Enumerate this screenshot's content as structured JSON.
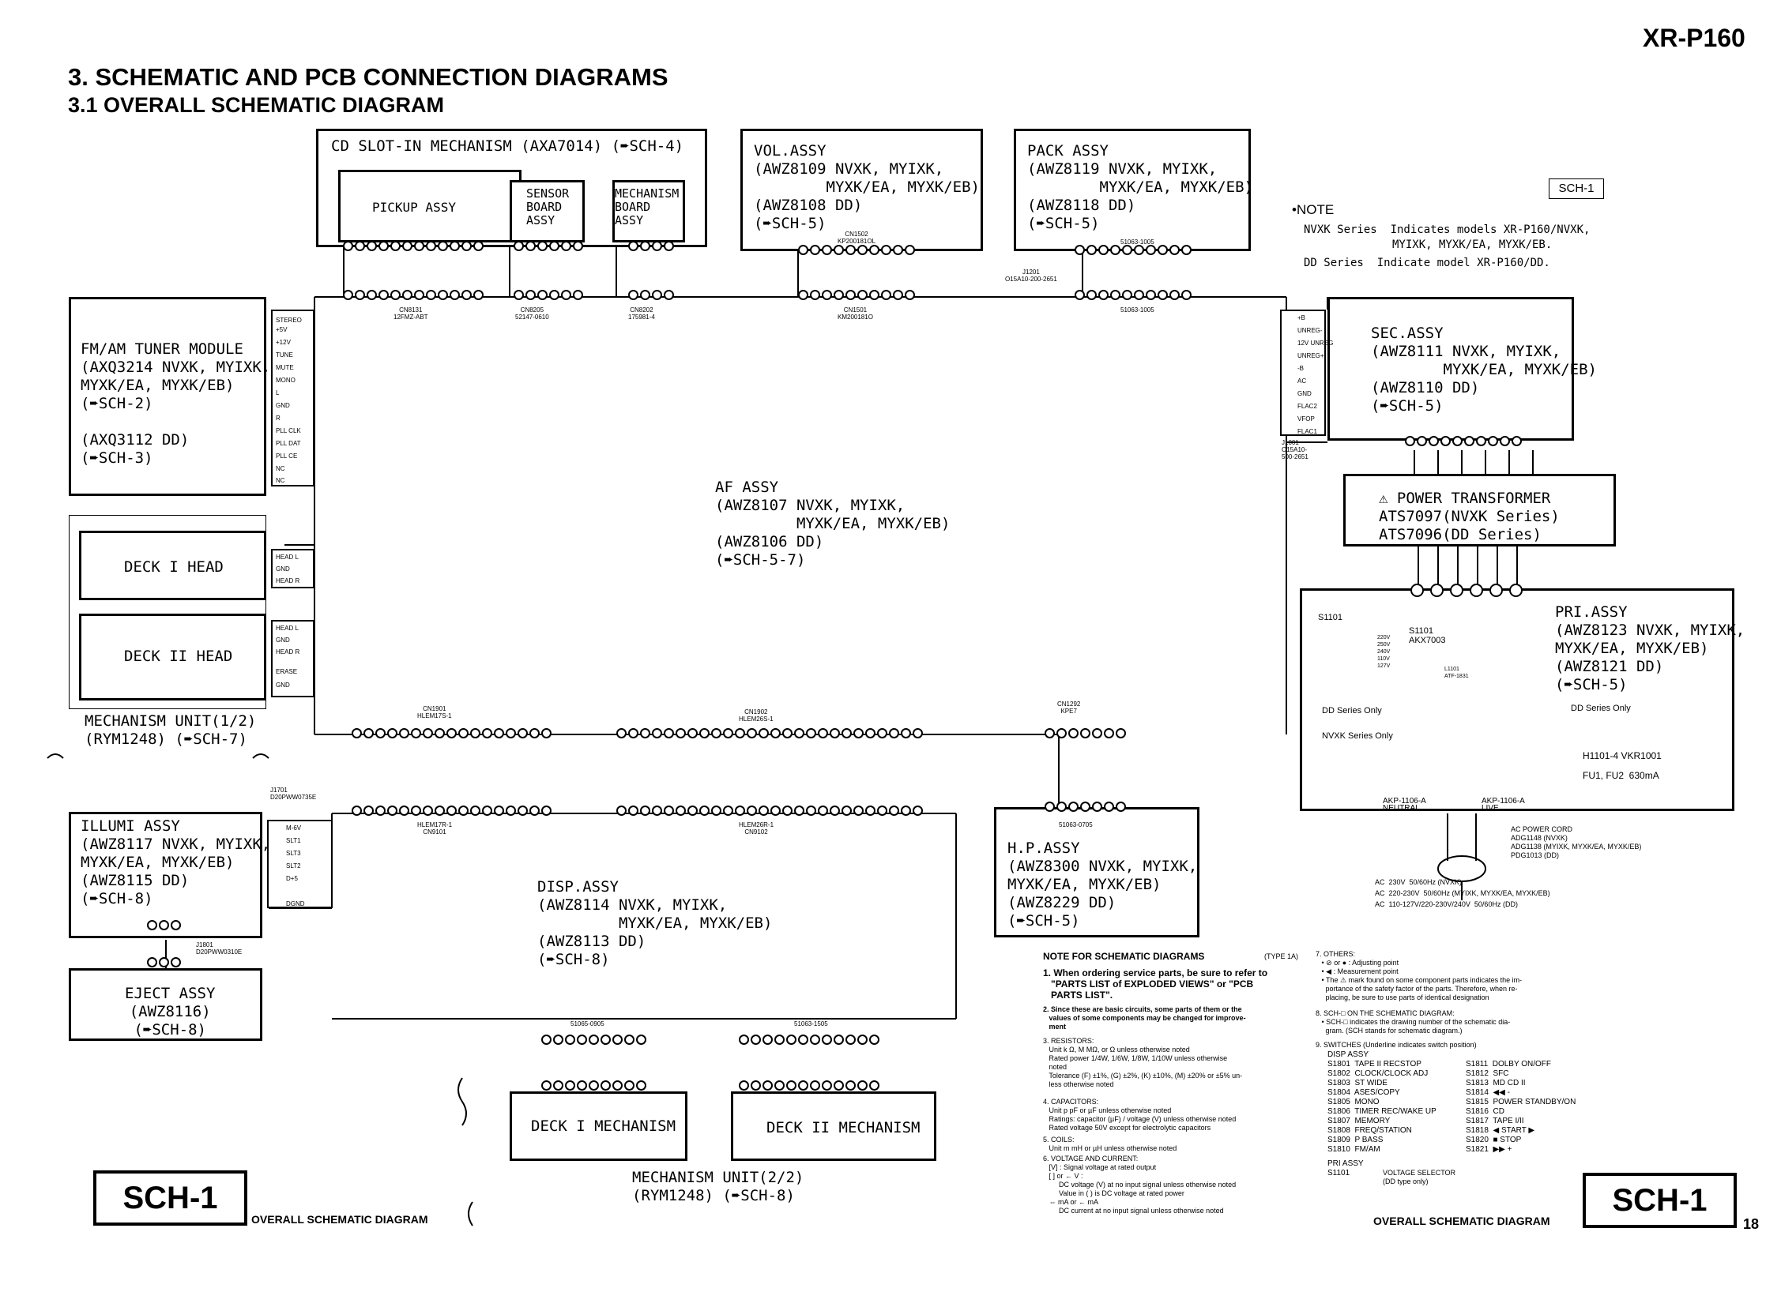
{
  "header": {
    "model": "XR-P160",
    "title": "3. SCHEMATIC AND PCB CONNECTION DIAGRAMS",
    "subtitle": "3.1  OVERALL SCHEMATIC DIAGRAM",
    "page_number": "18"
  },
  "blocks": {
    "cd_mech": "CD SLOT-IN MECHANISM (AXA7014) (➨SCH-4)",
    "pickup": "PICKUP ASSY",
    "sensor": "SENSOR\nBOARD\nASSY",
    "mechanism_board": "MECHANISM\nBOARD\nASSY",
    "vol": "VOL.ASSY\n(AWZ8109 NVXK, MYIXK,\n        MYXK/EA, MYXK/EB)\n(AWZ8108 DD)\n(➨SCH-5)",
    "pack": "PACK ASSY\n(AWZ8119 NVXK, MYIXK,\n        MYXK/EA, MYXK/EB)\n(AWZ8118 DD)\n(➨SCH-5)",
    "tuner": "FM/AM TUNER MODULE\n(AXQ3214 NVXK, MYIXK,\nMYXK/EA, MYXK/EB)\n(➨SCH-2)\n\n(AXQ3112 DD)\n(➨SCH-3)",
    "sec": "SEC.ASSY\n(AWZ8111 NVXK, MYIXK,\n        MYXK/EA, MYXK/EB)\n(AWZ8110 DD)\n(➨SCH-5)",
    "af": "AF ASSY\n(AWZ8107 NVXK, MYIXK,\n         MYXK/EA, MYXK/EB)\n(AWZ8106 DD)\n(➨SCH-5-7)",
    "deck1_head": "DECK I HEAD",
    "deck2_head": "DECK II HEAD",
    "mech_unit1": "MECHANISM UNIT(1/2)\n(RYM1248) (➨SCH-7)",
    "power_transformer": "⚠ POWER TRANSFORMER\nATS7097(NVXK Series)\nATS7096(DD Series)",
    "pri": "PRI.ASSY\n(AWZ8123 NVXK, MYIXK,\nMYXK/EA, MYXK/EB)\n(AWZ8121 DD)\n(➨SCH-5)",
    "illumi": "ILLUMI ASSY\n(AWZ8117 NVXK, MYIXK,\nMYXK/EA, MYXK/EB)\n(AWZ8115 DD)\n(➨SCH-8)",
    "eject": "EJECT ASSY\n(AWZ8116)\n(➨SCH-8)",
    "disp": "DISP.ASSY\n(AWZ8114 NVXK, MYIXK,\n         MYXK/EA, MYXK/EB)\n(AWZ8113 DD)\n(➨SCH-8)",
    "hp": "H.P.ASSY\n(AWZ8300 NVXK, MYIXK,\nMYXK/EA, MYXK/EB)\n(AWZ8229 DD)\n(➨SCH-5)",
    "deck1_mech": "DECK I MECHANISM",
    "deck2_mech": "DECK II MECHANISM",
    "mech_unit2": "MECHANISM UNIT(2/2)\n(RYM1248) (➨SCH-8)"
  },
  "sch_badge": "SCH-1",
  "note": {
    "title": "•NOTE",
    "line1": "NVXK Series  Indicates models XR-P160/NVXK,",
    "line2": "MYIXK, MYXK/EA, MYXK/EB.",
    "line3": "DD Series  Indicate model XR-P160/DD."
  },
  "connectors": {
    "cn8131": "CN8131\n12FMZ-ABT",
    "cn8205": "CN8205\n52147-0610",
    "cn8202": "CN8202\n175981-4",
    "cn1502": "CN1502\nKP200181OL",
    "cn1501": "CN1501\nKM200181O",
    "j1201": "J1201\nO15A10-200-2651",
    "s1005_top": "51063-1005",
    "s1005_bot": "51063-1005",
    "j1001": "J1001\nO15A10-\n500-2651",
    "cn1901": "CN1901\nHLEM17S-1",
    "cn1902": "CN1902\nHLEM26S-1",
    "cn1292": "CN1292\nKPE7",
    "s0705": "51063-0705",
    "hlem17r": "HLEM17R-1\nCN9101",
    "hlem26r": "HLEM26R-1\nCN9102",
    "j1701": "J1701\nD20PWW0735E",
    "j1801": "J1801\nD20PWW0310E",
    "s0905": "51065-0905",
    "s1505": "51063-1505"
  },
  "pins": {
    "tuner": [
      "STEREO",
      "+5V",
      "+12V",
      "TUNE",
      "MUTE",
      "MONO",
      "L",
      "GND",
      "R",
      "PLL CLK",
      "PLL DAT",
      "PLL CE",
      "NC",
      "NC"
    ],
    "sec": [
      "+B",
      "UNREG-",
      "12V UNREG",
      "UNREG+",
      "-B",
      "AC",
      "GND",
      "FLAC2",
      "VFOP",
      "FLAC1"
    ],
    "deck1_head": [
      "HEAD L",
      "GND",
      "HEAD R"
    ],
    "deck2_head": [
      "HEAD L",
      "GND",
      "HEAD R",
      "ERASE",
      "GND"
    ],
    "illumi": [
      "M-6V",
      "SLT1",
      "SLT3",
      "SLT2",
      "D+5",
      "",
      "DGND"
    ]
  },
  "pri_labels": {
    "s1101": "S1101",
    "s1101_vert": "S1101\nAKX7003",
    "voltages": "220V\n250V\n240V\n110V\n127V",
    "dd_only_left": "DD Series Only",
    "dd_only_right": "DD Series Only",
    "nvxk_only": "NVXK Series Only",
    "fuses": "H1101-4 VKR1001",
    "fuse_rating": "FU1, FU2  630mA",
    "l1101": "L1101\nATF-1831",
    "neutral": "AKP-1106-A\nNEUTRAL",
    "live": "AKP-1106-A\nLIVE",
    "ac_cord": "AC POWER CORD\nADG1148 (NVXK)\nADG1138 (MYIXK, MYXK/EA, MYXK/EB)\nPDG1013 (DD)",
    "ac_ratings": "AC  230V  50/60Hz (NVXK)\nAC  220-230V  50/60Hz (MYIXK, MYXK/EA, MYXK/EB)\nAC  110-127V/220-230V/240V  50/60Hz (DD)"
  },
  "footer": {
    "sch_left": "SCH-1",
    "sch_right": "SCH-1",
    "caption_left": "OVERALL SCHEMATIC DIAGRAM",
    "caption_right": "OVERALL SCHEMATIC DIAGRAM"
  },
  "notes_section": {
    "heading": "NOTE FOR SCHEMATIC DIAGRAMS",
    "type": "(TYPE 1A)",
    "item1": "1. When ordering service parts, be sure to refer to\n   \"PARTS LIST of EXPLODED VIEWS\" or \"PCB\n   PARTS LIST\".",
    "item2": "2. Since these are basic circuits, some parts of them or the\n   values of some components may be changed for improve-\n   ment",
    "item3": "3. RESISTORS:\n   Unit k Ω, M MΩ, or Ω unless otherwise noted\n   Rated power 1/4W, 1/6W, 1/8W, 1/10W unless otherwise\n   noted\n   Tolerance (F) ±1%, (G) ±2%, (K) ±10%, (M) ±20% or ±5% un-\n   less otherwise noted",
    "item4": "4. CAPACITORS:\n   Unit p pF or µF unless otherwise noted\n   Ratings: capacitor (µF) / voltage (V) unless otherwise noted\n   Rated voltage 50V except for electrolytic capacitors",
    "item5": "5. COILS:\n   Unit m mH or µH unless otherwise noted",
    "item6": "6. VOLTAGE AND CURRENT:\n   [V] : Signal voltage at rated output\n   [ ] or ← V :\n        DC voltage (V) at no input signal unless otherwise noted\n        Value in ( ) is DC voltage at rated power\n   ⇔ mA or ← mA\n        DC current at no input signal unless otherwise noted",
    "item7": "7. OTHERS:\n   • ⊘ or ● : Adjusting point\n   • ◀ : Measurement point\n   • The ⚠ mark found on some component parts indicates the im-\n     portance of the safety factor of the parts. Therefore, when re-\n     placing, be sure to use parts of identical designation",
    "item8": "8. SCH-□ ON THE SCHEMATIC DIAGRAM:\n   • SCH-□ indicates the drawing number of the schematic dia-\n     gram. (SCH stands for schematic diagram.)",
    "item9": "9. SWITCHES (Underline indicates switch position)",
    "disp_assy": "DISP ASSY",
    "switches_left": "S1801  TAPE II RECSTOP\nS1802  CLOCK/CLOCK ADJ\nS1803  ST WIDE\nS1804  ASES/COPY\nS1805  MONO\nS1806  TIMER REC/WAKE UP\nS1807  MEMORY\nS1808  FREQ/STATION\nS1809  P BASS\nS1810  FM/AM",
    "switches_right": "S1811  DOLBY ON/OFF\nS1812  SFC\nS1813  MD CD II\nS1814  ◀◀ -\nS1815  POWER STANDBY/ON\nS1816  CD\nS1817  TAPE I/II\nS1818  ◀ START ▶\nS1820  ■ STOP\nS1821  ▶▶ +",
    "pri_assy": "PRI ASSY\nS1101",
    "voltage_selector": "VOLTAGE SELECTOR\n(DD type only)"
  }
}
